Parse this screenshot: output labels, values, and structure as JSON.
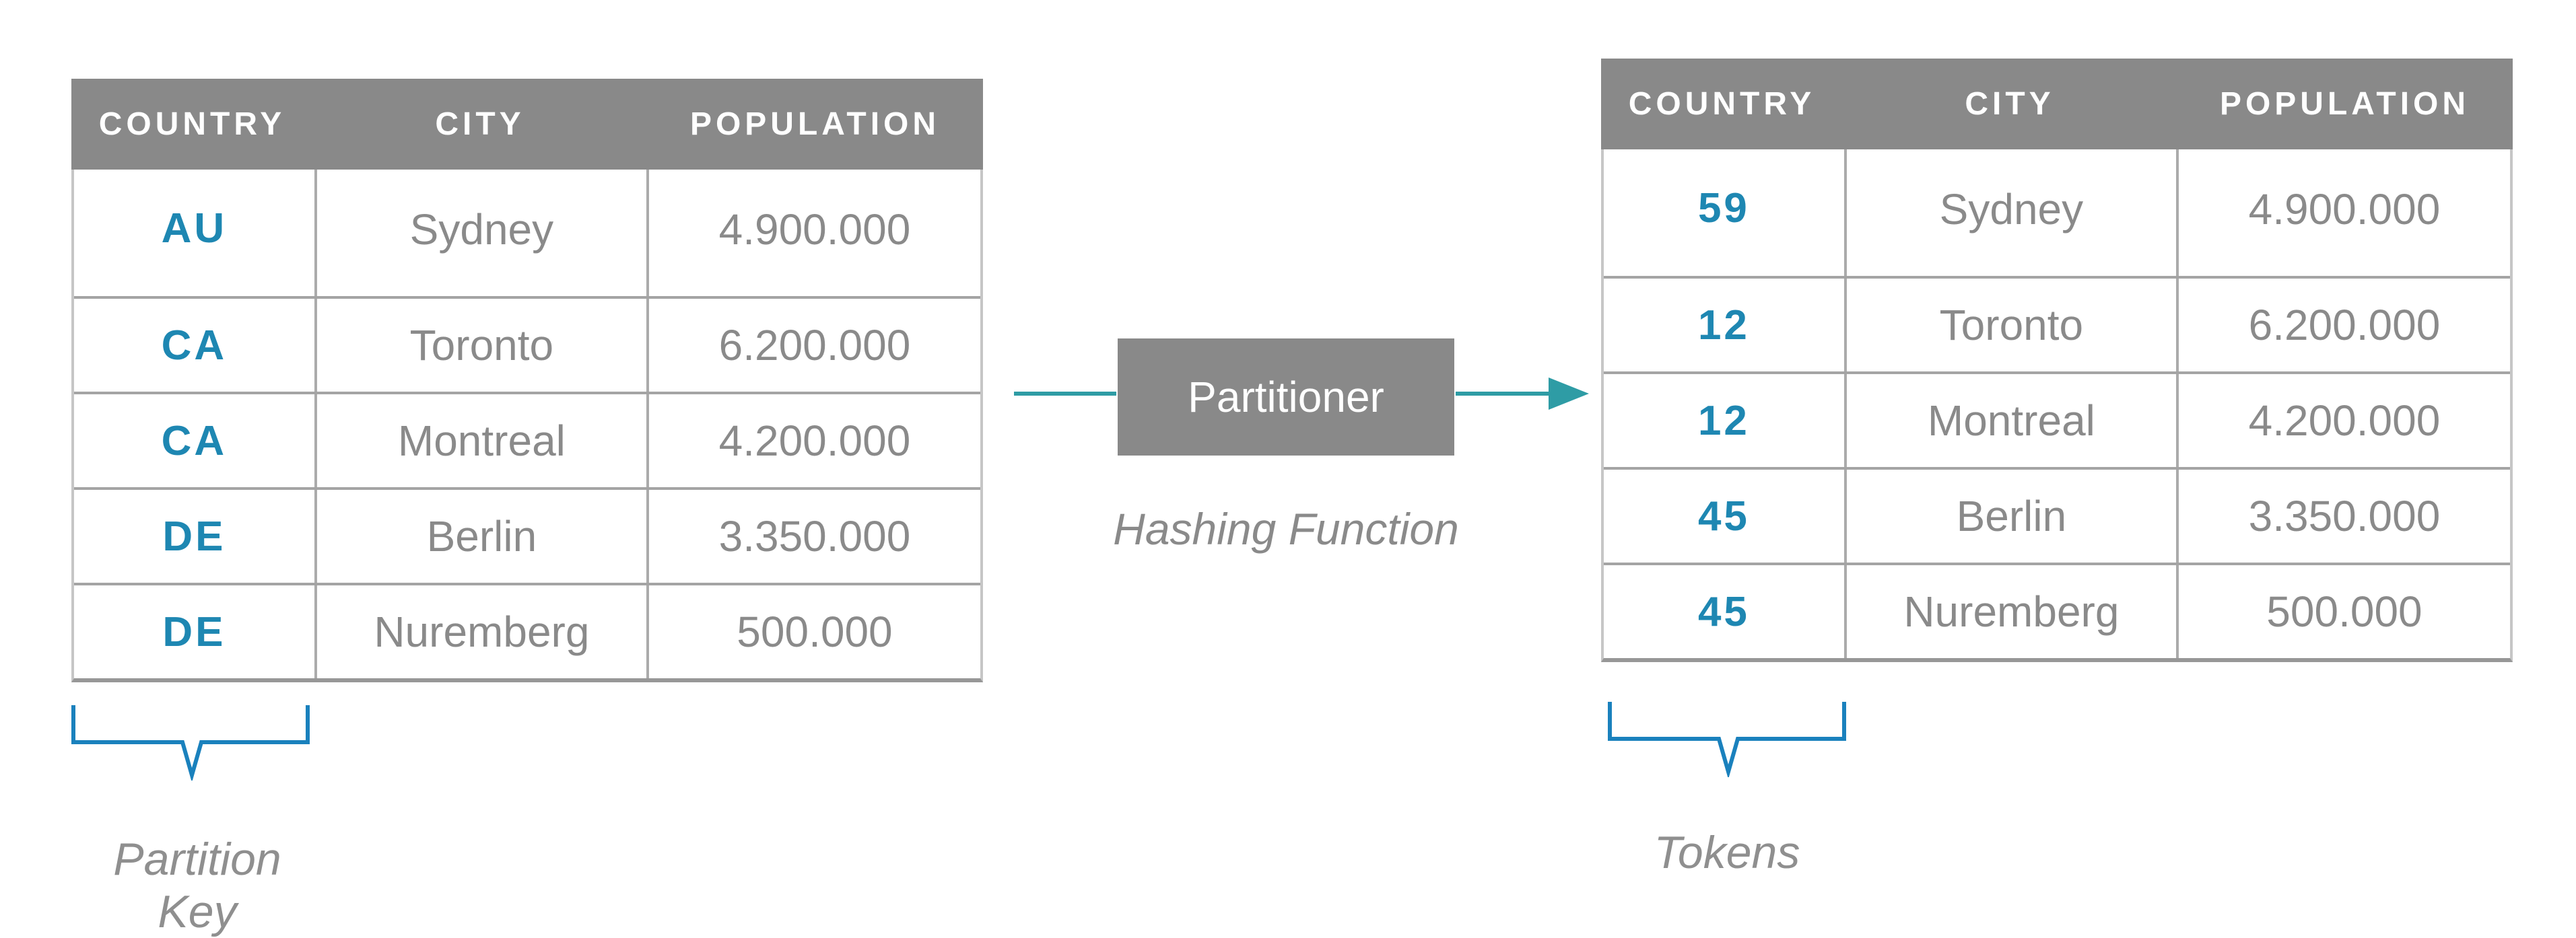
{
  "left_table": {
    "headers": [
      "COUNTRY",
      "CITY",
      "POPULATION"
    ],
    "rows": [
      {
        "country": "AU",
        "city": "Sydney",
        "population": "4.900.000"
      },
      {
        "country": "CA",
        "city": "Toronto",
        "population": "6.200.000"
      },
      {
        "country": "CA",
        "city": "Montreal",
        "population": "4.200.000"
      },
      {
        "country": "DE",
        "city": "Berlin",
        "population": "3.350.000"
      },
      {
        "country": "DE",
        "city": "Nuremberg",
        "population": "500.000"
      }
    ],
    "caption": "Partition Key"
  },
  "right_table": {
    "headers": [
      "COUNTRY",
      "CITY",
      "POPULATION"
    ],
    "rows": [
      {
        "country": "59",
        "city": "Sydney",
        "population": "4.900.000"
      },
      {
        "country": "12",
        "city": "Toronto",
        "population": "6.200.000"
      },
      {
        "country": "12",
        "city": "Montreal",
        "population": "4.200.000"
      },
      {
        "country": "45",
        "city": "Berlin",
        "population": "3.350.000"
      },
      {
        "country": "45",
        "city": "Nuremberg",
        "population": "500.000"
      }
    ],
    "caption": "Tokens"
  },
  "partitioner": {
    "label": "Partitioner",
    "sublabel": "Hashing Function"
  },
  "colors": {
    "header_gray": "#898989",
    "cell_text_gray": "#8a8a8a",
    "key_blue": "#1e87b2",
    "arrow_teal": "#2e9ca5",
    "brace_blue": "#1a81bd",
    "border_gray": "#ababab"
  }
}
